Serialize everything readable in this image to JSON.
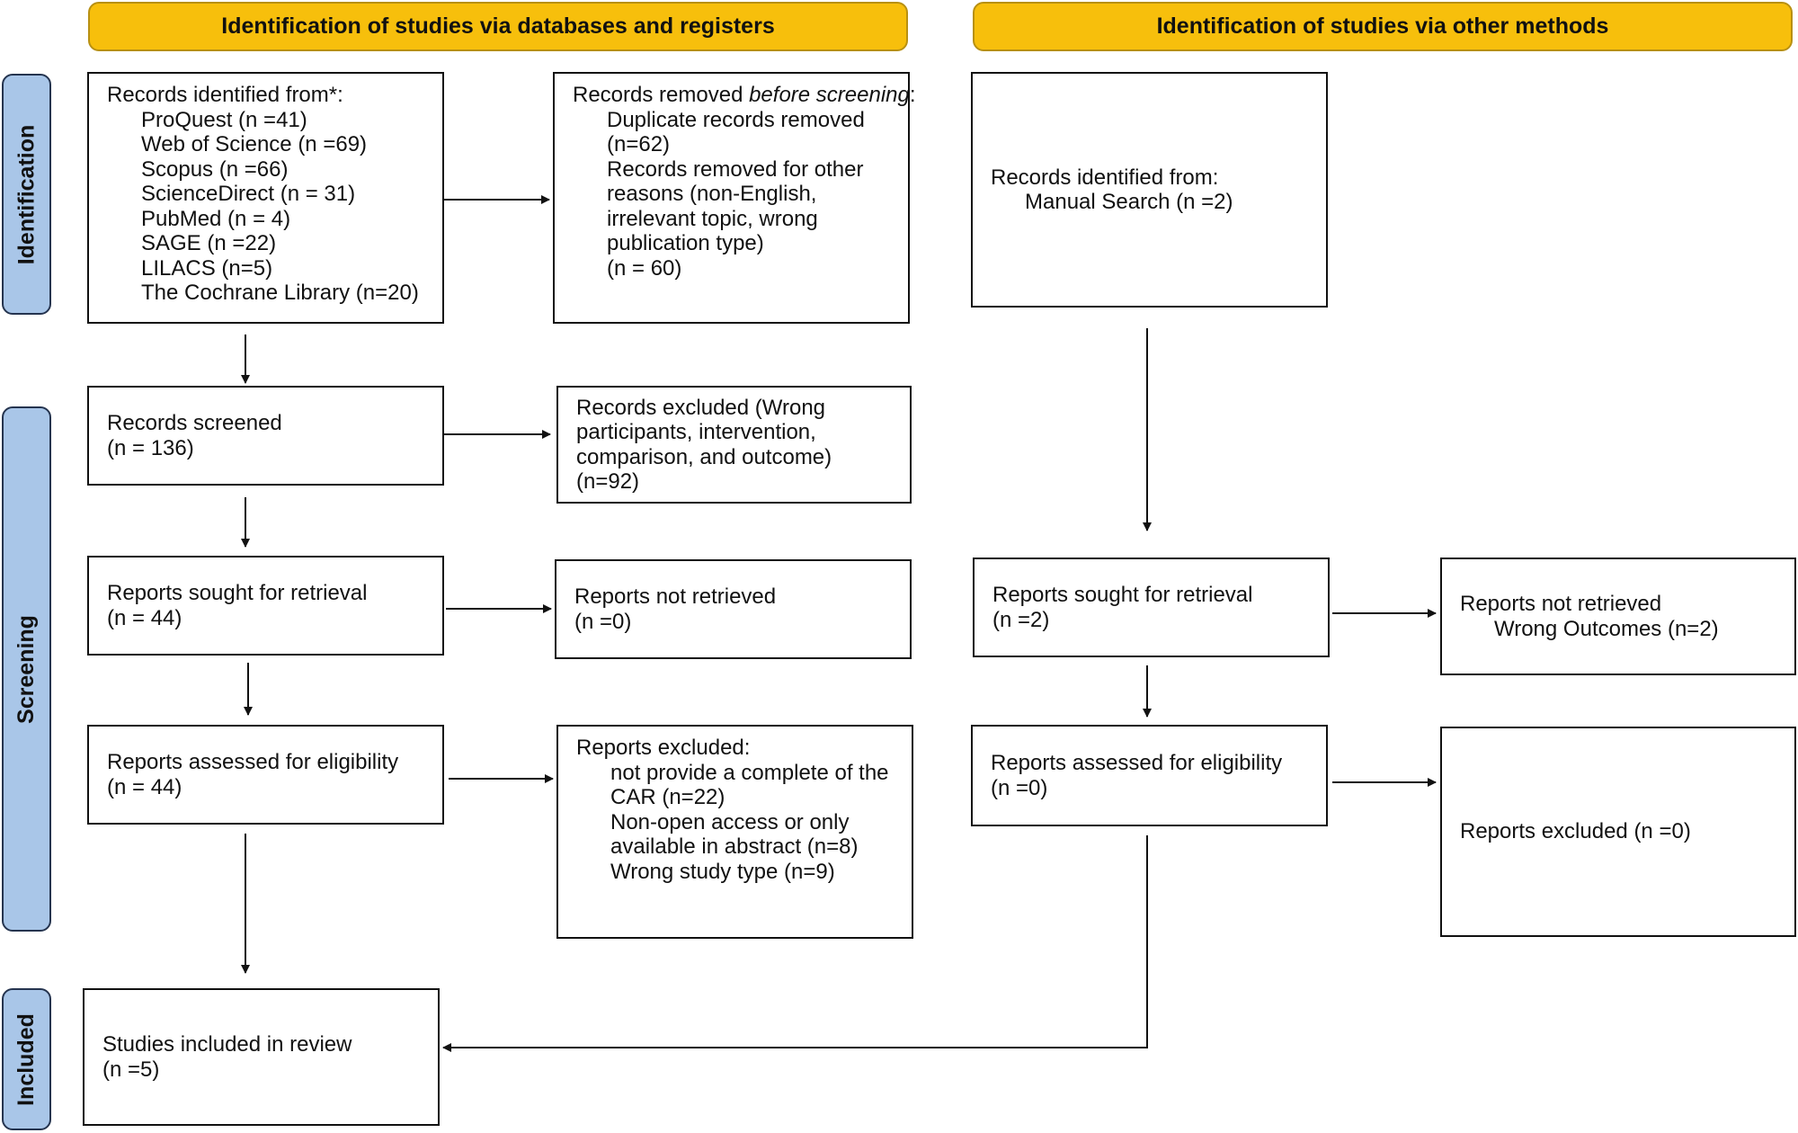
{
  "headers": {
    "databases": "Identification of studies via databases and registers",
    "other": "Identification of studies via other methods"
  },
  "stages": {
    "identification": "Identification",
    "screening": "Screening",
    "included": "Included"
  },
  "databases": {
    "records_identified": {
      "heading": "Records identified from*:",
      "sources": [
        "ProQuest (n =41)",
        "Web of Science (n =69)",
        "Scopus (n =66)",
        "ScienceDirect (n = 31)",
        "PubMed (n = 4)",
        "SAGE (n =22)",
        "LILACS (n=5)",
        "The Cochrane Library (n=20)"
      ]
    },
    "records_removed": {
      "heading_start": "Records removed ",
      "heading_emphasis": "before screening",
      "heading_end": ":",
      "items": [
        "Duplicate records removed",
        "(n=62)",
        "Records removed for other",
        "reasons (non-English,",
        "irrelevant topic, wrong",
        "publication type)",
        "(n = 60)"
      ]
    },
    "records_screened": {
      "label": "Records screened",
      "count": "(n = 136)"
    },
    "records_excluded": {
      "lines": [
        "Records excluded (Wrong",
        "participants, intervention,",
        "comparison, and outcome)",
        "(n=92)"
      ]
    },
    "reports_sought": {
      "label": "Reports sought for retrieval",
      "count": "(n = 44)"
    },
    "reports_not_retrieved": {
      "label": "Reports not retrieved",
      "count": "(n =0)"
    },
    "reports_assessed": {
      "label": "Reports assessed for eligibility",
      "count": "(n = 44)"
    },
    "reports_excluded": {
      "heading": "Reports excluded:",
      "items": [
        "not provide a complete of the",
        "CAR (n=22)",
        "Non-open access or only",
        "available in abstract (n=8)",
        "Wrong study type (n=9)"
      ]
    },
    "studies_included": {
      "label": "Studies included in review",
      "count": "(n =5)"
    }
  },
  "other": {
    "records_identified": {
      "heading": "Records identified from:",
      "source": "Manual Search (n =2)"
    },
    "reports_sought": {
      "label": "Reports sought for retrieval",
      "count": "(n =2)"
    },
    "reports_not_retrieved": {
      "label": "Reports not retrieved",
      "reason": "Wrong Outcomes (n=2)"
    },
    "reports_assessed": {
      "label": "Reports assessed for eligibility",
      "count": "(n =0)"
    },
    "reports_excluded": {
      "label": "Reports excluded (n =0)"
    }
  },
  "colors": {
    "header_fill": "#f7bf0c",
    "stage_fill": "#a9c6e8",
    "stage_border": "#25344f",
    "box_border": "#111111"
  }
}
